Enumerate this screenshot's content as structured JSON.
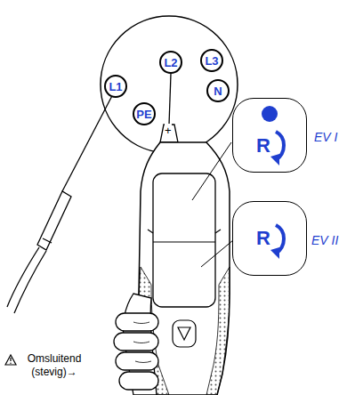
{
  "diagram": {
    "nodes": [
      {
        "text": [
          "L2"
        ]
      },
      {
        "text": [
          "L3"
        ]
      },
      {
        "text": [
          "L1"
        ]
      },
      {
        "text": [
          "N"
        ]
      },
      {
        "text": [
          "PE"
        ]
      },
      {
        "text": [
          "R"
        ]
      },
      {
        "text": [
          "R"
        ]
      }
    ],
    "labels": [
      "+",
      "EV I",
      "EV II",
      "Omsluitend (stevig)→"
    ]
  }
}
